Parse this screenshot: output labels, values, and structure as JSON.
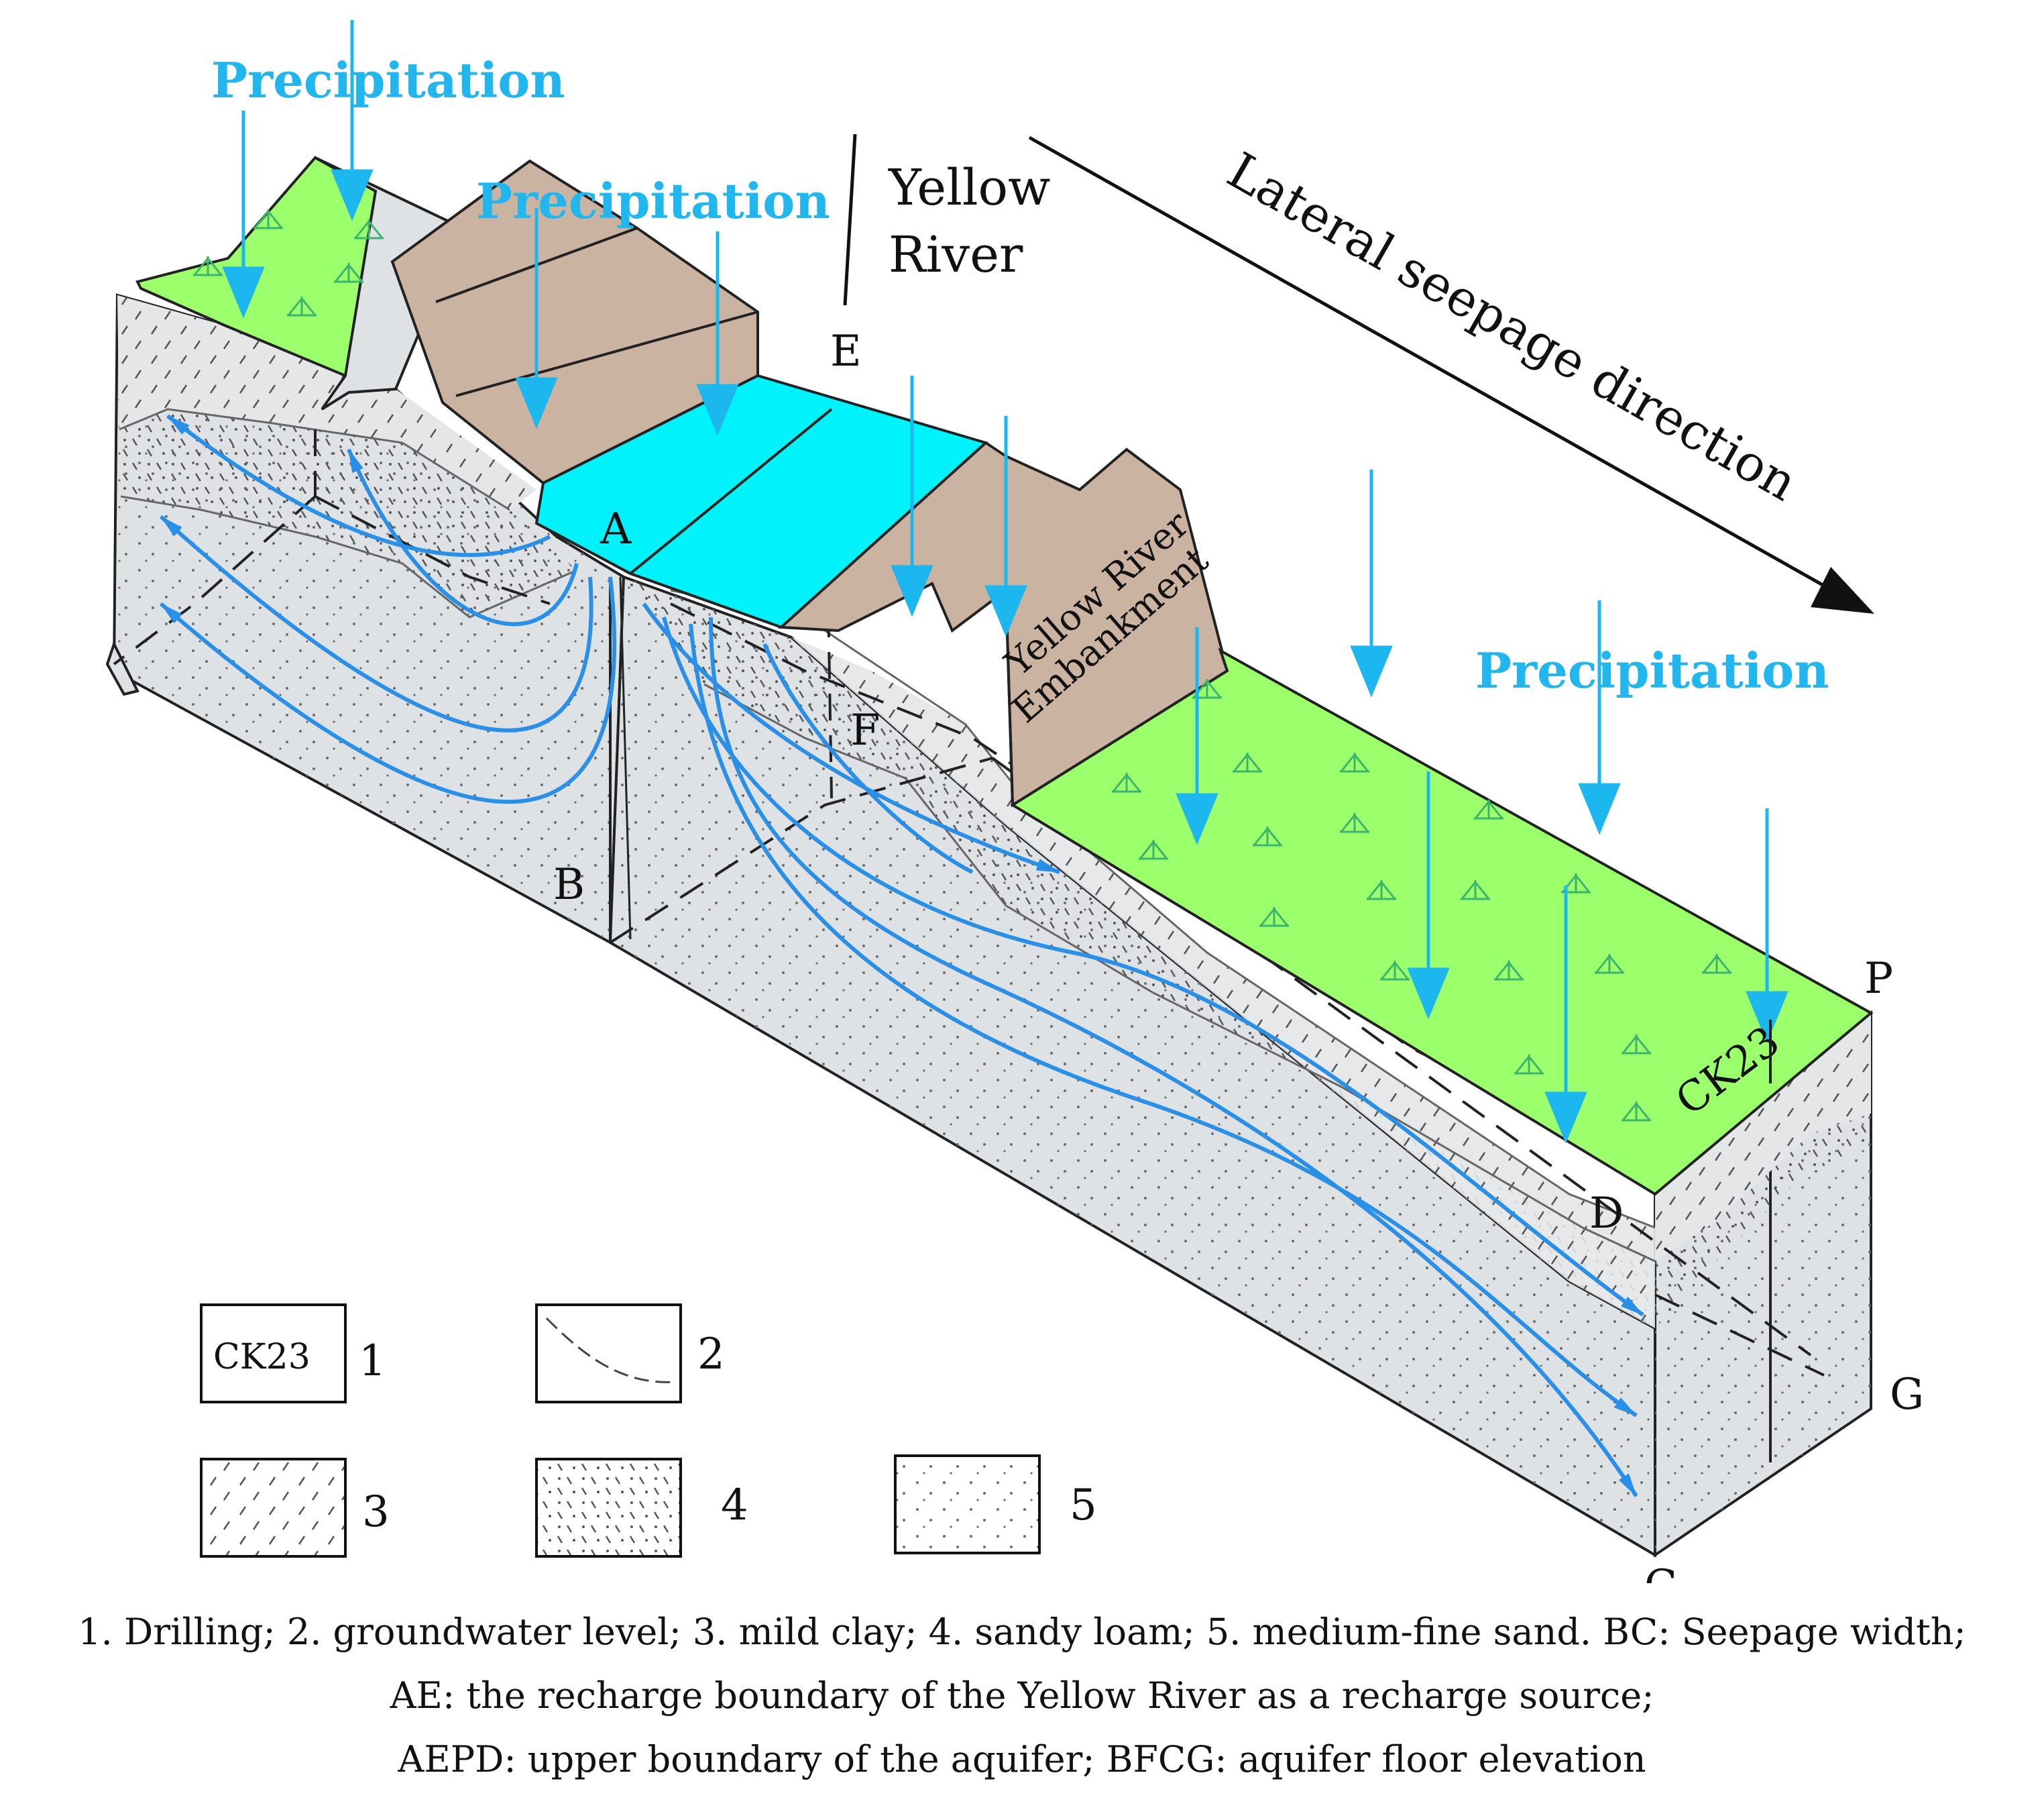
{
  "labels": {
    "precipitation": "Precipitation",
    "yellow_river_1": "Yellow",
    "yellow_river_2": "River",
    "lateral_seepage": "Lateral seepage direction",
    "embankment_1": "Yellow River",
    "embankment_2": "Embankment",
    "borehole": "CK23",
    "points": {
      "A": "A",
      "B": "B",
      "C": "C",
      "D": "D",
      "E": "E",
      "F": "F",
      "G": "G",
      "P": "P"
    }
  },
  "legend": {
    "drilling_box": "CK23",
    "items": [
      "1",
      "2",
      "3",
      "4",
      "5"
    ]
  },
  "caption": {
    "line1": "1. Drilling; 2. groundwater level; 3. mild clay; 4. sandy loam; 5. medium-fine sand. BC: Seepage width;",
    "line2": "AE: the recharge boundary of the Yellow River as a recharge source;",
    "line3": "AEPD: upper boundary of the aquifer; BFCG: aquifer floor elevation"
  },
  "colors": {
    "grass": "#9cff6c",
    "embankment": "#cbb3a1",
    "river": "#00f2fa",
    "sand": "#dfe2e4",
    "flow": "#2a8fe6",
    "rain": "#1cb7ef"
  }
}
